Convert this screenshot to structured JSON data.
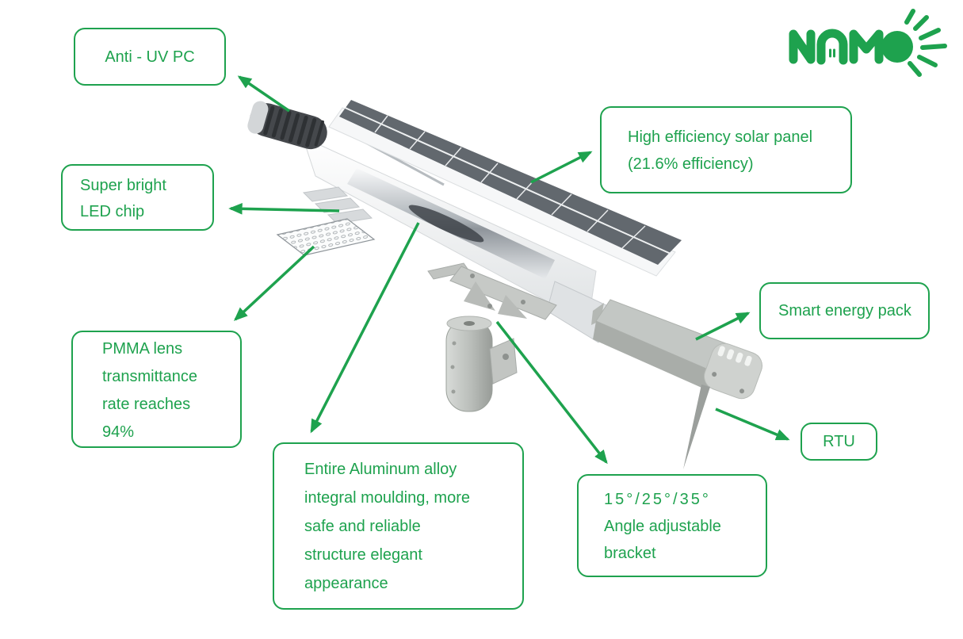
{
  "page": {
    "background": "#ffffff",
    "accent_green": "#1EA24E",
    "panel_gray": "#62686E",
    "metal_gray": "#C3C7C4"
  },
  "logo": {
    "brand": "NOMO",
    "icon": "led-bulb-inside-letter-o-with-sun-rays"
  },
  "callouts": [
    {
      "id": "anti-uv-pc",
      "label": "Anti - UV PC"
    },
    {
      "id": "super-bright-led-chip",
      "label": "Super bright\nLED chip"
    },
    {
      "id": "pmma-lens",
      "label": "PMMA lens\ntransmittance\nrate reaches\n94%"
    },
    {
      "id": "aluminum-body",
      "label": "Entire Aluminum alloy\nintegral moulding, more\nsafe and reliable\nstructure elegant\nappearance"
    },
    {
      "id": "solar-panel",
      "label": "High efficiency solar panel\n(21.6% efficiency)"
    },
    {
      "id": "smart-energy-pack",
      "label": "Smart energy pack"
    },
    {
      "id": "rtu",
      "label": "RTU"
    },
    {
      "id": "angle-bracket",
      "label": "15°/25°/35°\nAngle adjustable\nbracket"
    }
  ],
  "components": [
    "anti-uv-pc-end-cap",
    "high-efficiency-solar-panel",
    "aluminum-alloy-lamp-body",
    "super-bright-led-chips",
    "pmma-lens-array",
    "angle-adjustable-mounting-bracket",
    "pole-adapter-sleeve",
    "smart-energy-pack",
    "rtu-antenna"
  ],
  "connections": [
    {
      "from": "anti-uv-pc-end-cap",
      "to": "anti-uv-pc"
    },
    {
      "from": "super-bright-led-chips",
      "to": "super-bright-led-chip"
    },
    {
      "from": "pmma-lens-array",
      "to": "pmma-lens"
    },
    {
      "from": "aluminum-alloy-lamp-body",
      "to": "aluminum-body"
    },
    {
      "from": "high-efficiency-solar-panel",
      "to": "solar-panel"
    },
    {
      "from": "smart-energy-pack",
      "to": "smart-energy-pack"
    },
    {
      "from": "rtu-antenna",
      "to": "rtu"
    },
    {
      "from": "angle-adjustable-mounting-bracket",
      "to": "angle-bracket"
    }
  ]
}
